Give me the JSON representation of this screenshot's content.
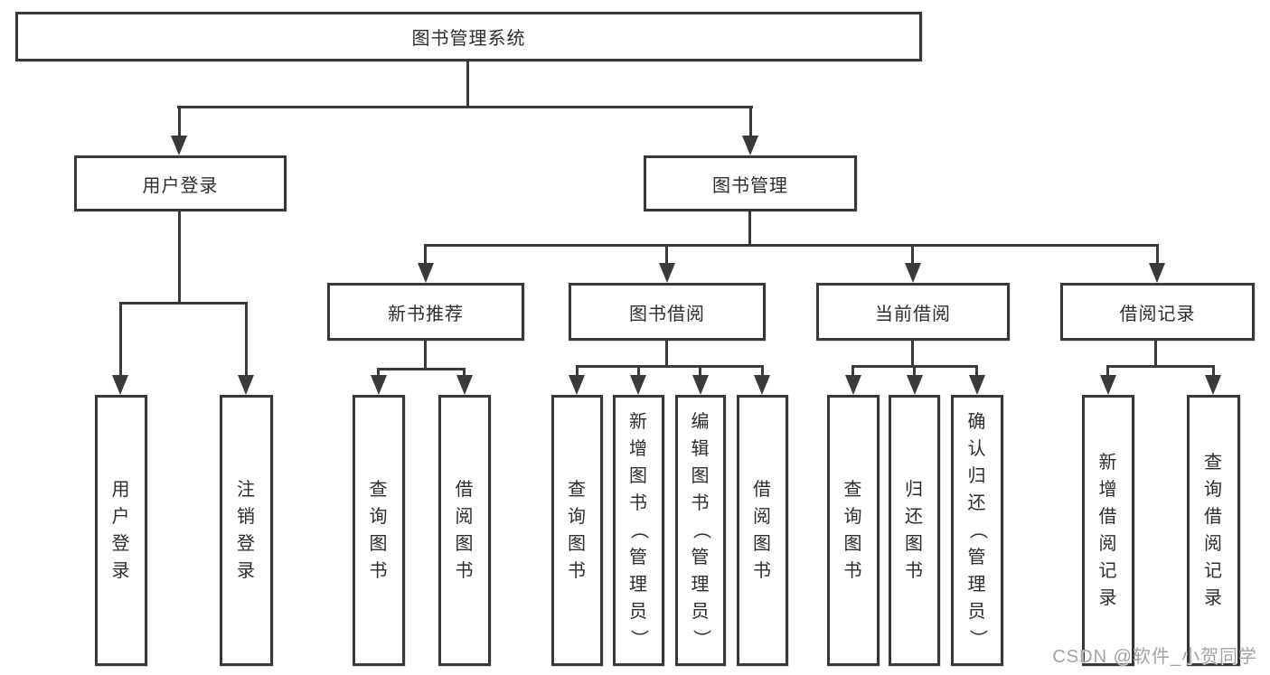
{
  "diagram": {
    "title": "图书管理系统",
    "branches": [
      {
        "label": "用户登录",
        "leaves": [
          "用户登录",
          "注销登录"
        ]
      },
      {
        "label": "图书管理",
        "children": [
          {
            "label": "新书推荐",
            "leaves": [
              "查询图书",
              "借阅图书"
            ]
          },
          {
            "label": "图书借阅",
            "leaves": [
              "查询图书",
              "新增图书（管理员）",
              "编辑图书（管理员）",
              "借阅图书"
            ]
          },
          {
            "label": "当前借阅",
            "leaves": [
              "查询图书",
              "归还图书",
              "确认归还（管理员）"
            ]
          },
          {
            "label": "借阅记录",
            "leaves": [
              "新增借阅记录",
              "查询借阅记录"
            ]
          }
        ]
      }
    ]
  },
  "watermark": {
    "text": "CSDN @软件_小贺同学"
  },
  "colors": {
    "line": "#3a3a3a",
    "box_border": "#383838",
    "text": "#2d2d2d",
    "background": "#ffffff",
    "watermark": "#a3a3a3"
  }
}
